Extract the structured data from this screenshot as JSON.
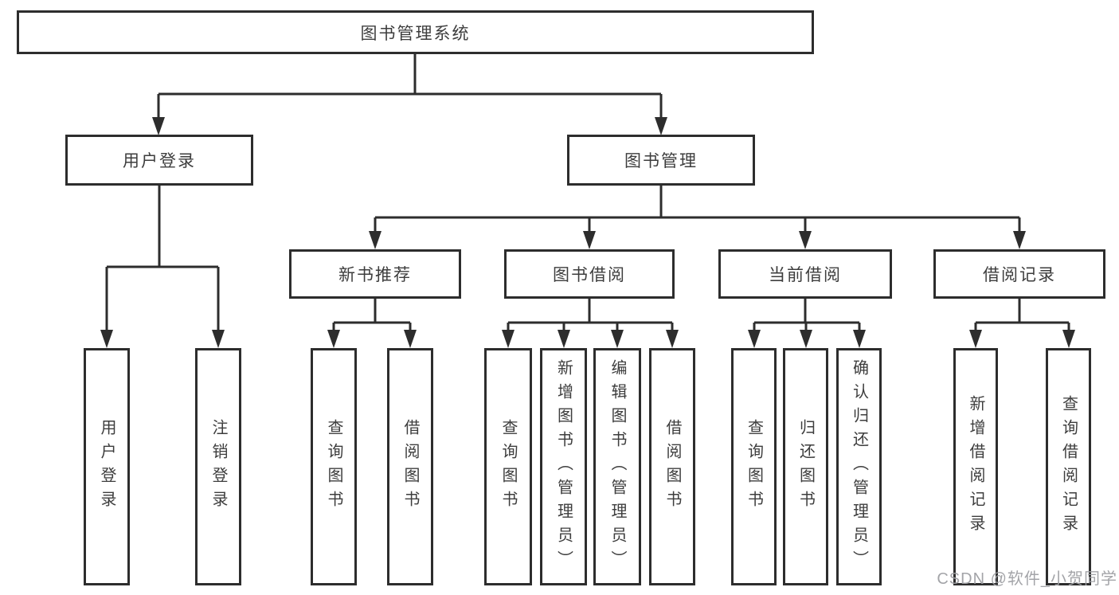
{
  "tree": {
    "root": {
      "label": "图书管理系统"
    },
    "branches": [
      {
        "label": "用户登录",
        "children": [
          {
            "label": "用户登录"
          },
          {
            "label": "注销登录"
          }
        ]
      },
      {
        "label": "图书管理",
        "children": [
          {
            "label": "新书推荐",
            "children": [
              {
                "label": "查询图书"
              },
              {
                "label": "借阅图书"
              }
            ]
          },
          {
            "label": "图书借阅",
            "children": [
              {
                "label": "查询图书"
              },
              {
                "label": "新增图书（管理员）"
              },
              {
                "label": "编辑图书（管理员）"
              },
              {
                "label": "借阅图书"
              }
            ]
          },
          {
            "label": "当前借阅",
            "children": [
              {
                "label": "查询图书"
              },
              {
                "label": "归还图书"
              },
              {
                "label": "确认归还（管理员）"
              }
            ]
          },
          {
            "label": "借阅记录",
            "children": [
              {
                "label": "新增借阅记录"
              },
              {
                "label": "查询借阅记录"
              }
            ]
          }
        ]
      }
    ]
  },
  "watermark": {
    "text": "CSDN @软件_小贺同学"
  },
  "colors": {
    "line": "#2d2d2d",
    "text": "#3d3d3d",
    "watermark": "#9e9fa3",
    "background": "#ffffff"
  }
}
